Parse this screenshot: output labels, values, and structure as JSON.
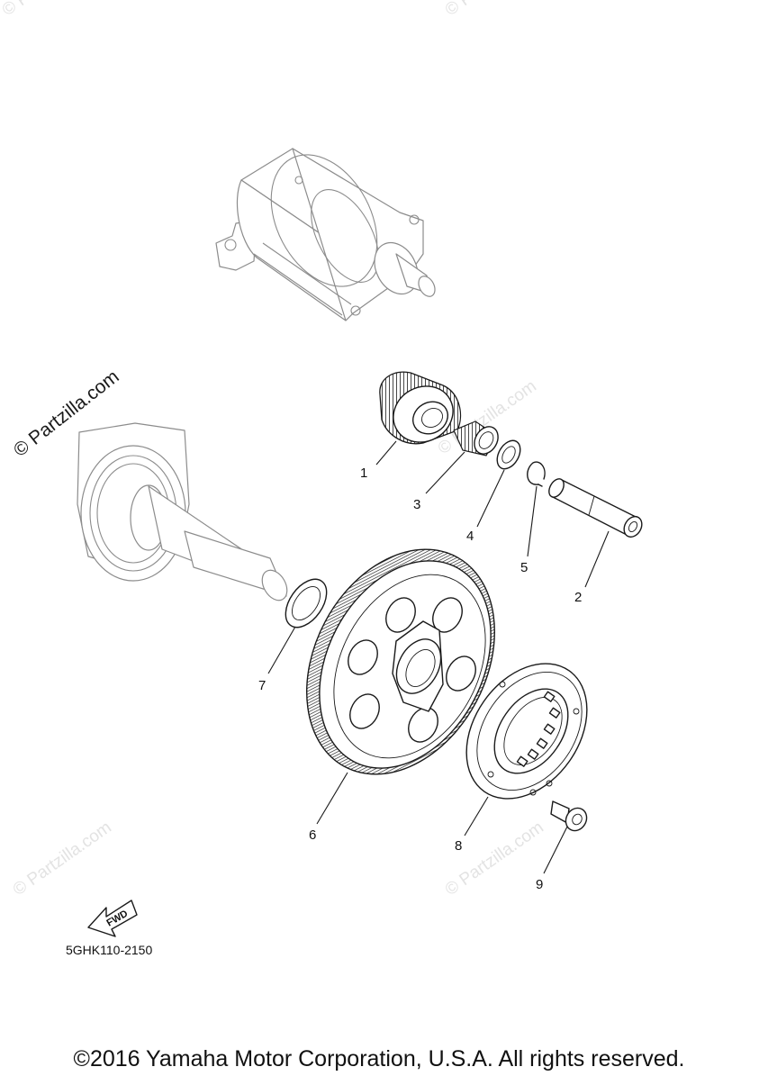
{
  "diagram": {
    "callouts": [
      {
        "id": "1",
        "label": "1"
      },
      {
        "id": "2",
        "label": "2"
      },
      {
        "id": "3",
        "label": "3"
      },
      {
        "id": "4",
        "label": "4"
      },
      {
        "id": "5",
        "label": "5"
      },
      {
        "id": "6",
        "label": "6"
      },
      {
        "id": "7",
        "label": "7"
      },
      {
        "id": "8",
        "label": "8"
      },
      {
        "id": "9",
        "label": "9"
      }
    ],
    "fwd_label": "FWD",
    "diagram_code": "5GHK110-2150",
    "watermark": "© Partzilla.com",
    "copyright": "©2016 Yamaha Motor Corporation, U.S.A. All rights reserved."
  }
}
